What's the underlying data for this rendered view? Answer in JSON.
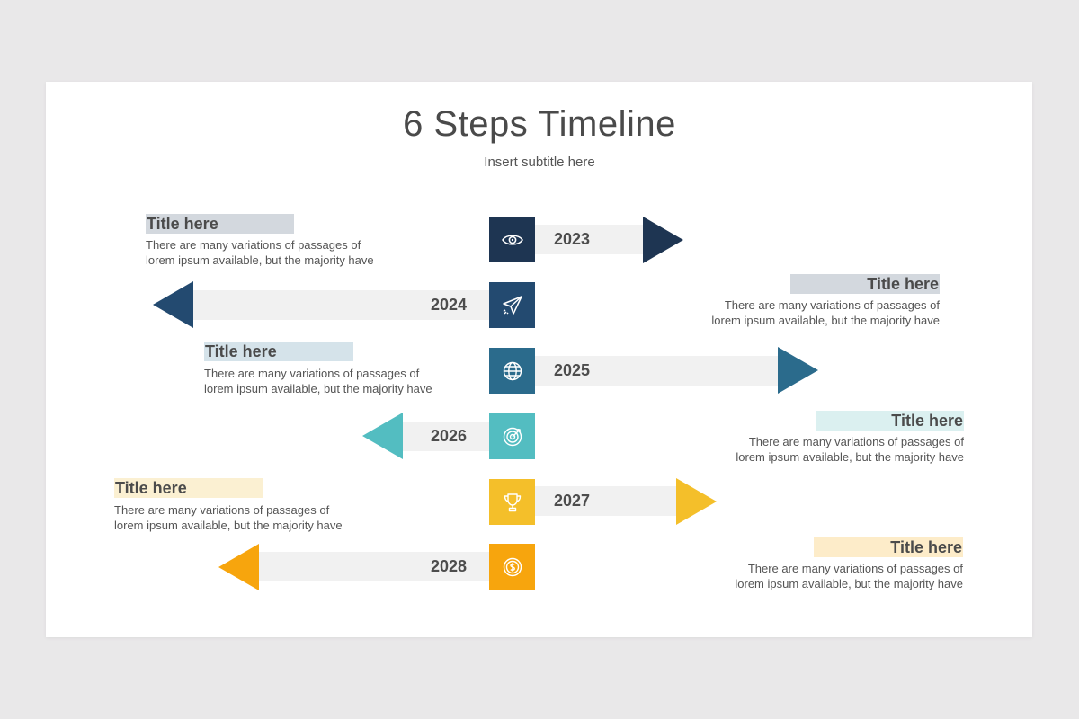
{
  "title": "6 Steps Timeline",
  "subtitle": "Insert subtitle here",
  "colors": {
    "step1": "#1e3552",
    "step2": "#234a70",
    "step3": "#2b6b8c",
    "step4": "#53bdc1",
    "step5": "#f4bf2a",
    "step6": "#f7a50d",
    "band": "#f1f1f1"
  },
  "steps": [
    {
      "year": "2023",
      "icon": "eye-icon",
      "title": "Title here",
      "line1": "There are many variations of passages of",
      "line2": "lorem ipsum available, but the majority have"
    },
    {
      "year": "2024",
      "icon": "paper-plane-icon",
      "title": "Title here",
      "line1": "There are many variations of passages of",
      "line2": "lorem ipsum available, but the majority have"
    },
    {
      "year": "2025",
      "icon": "globe-icon",
      "title": "Title here",
      "line1": "There are many variations of passages of",
      "line2": "lorem ipsum available, but the majority have"
    },
    {
      "year": "2026",
      "icon": "target-icon",
      "title": "Title here",
      "line1": "There are many variations of passages of",
      "line2": "lorem ipsum available, but the majority have"
    },
    {
      "year": "2027",
      "icon": "trophy-icon",
      "title": "Title here",
      "line1": "There are many variations of passages of",
      "line2": "lorem ipsum available, but the majority have"
    },
    {
      "year": "2028",
      "icon": "coin-icon",
      "title": "Title here",
      "line1": "There are many variations of passages of",
      "line2": "lorem ipsum available, but the majority have"
    }
  ]
}
